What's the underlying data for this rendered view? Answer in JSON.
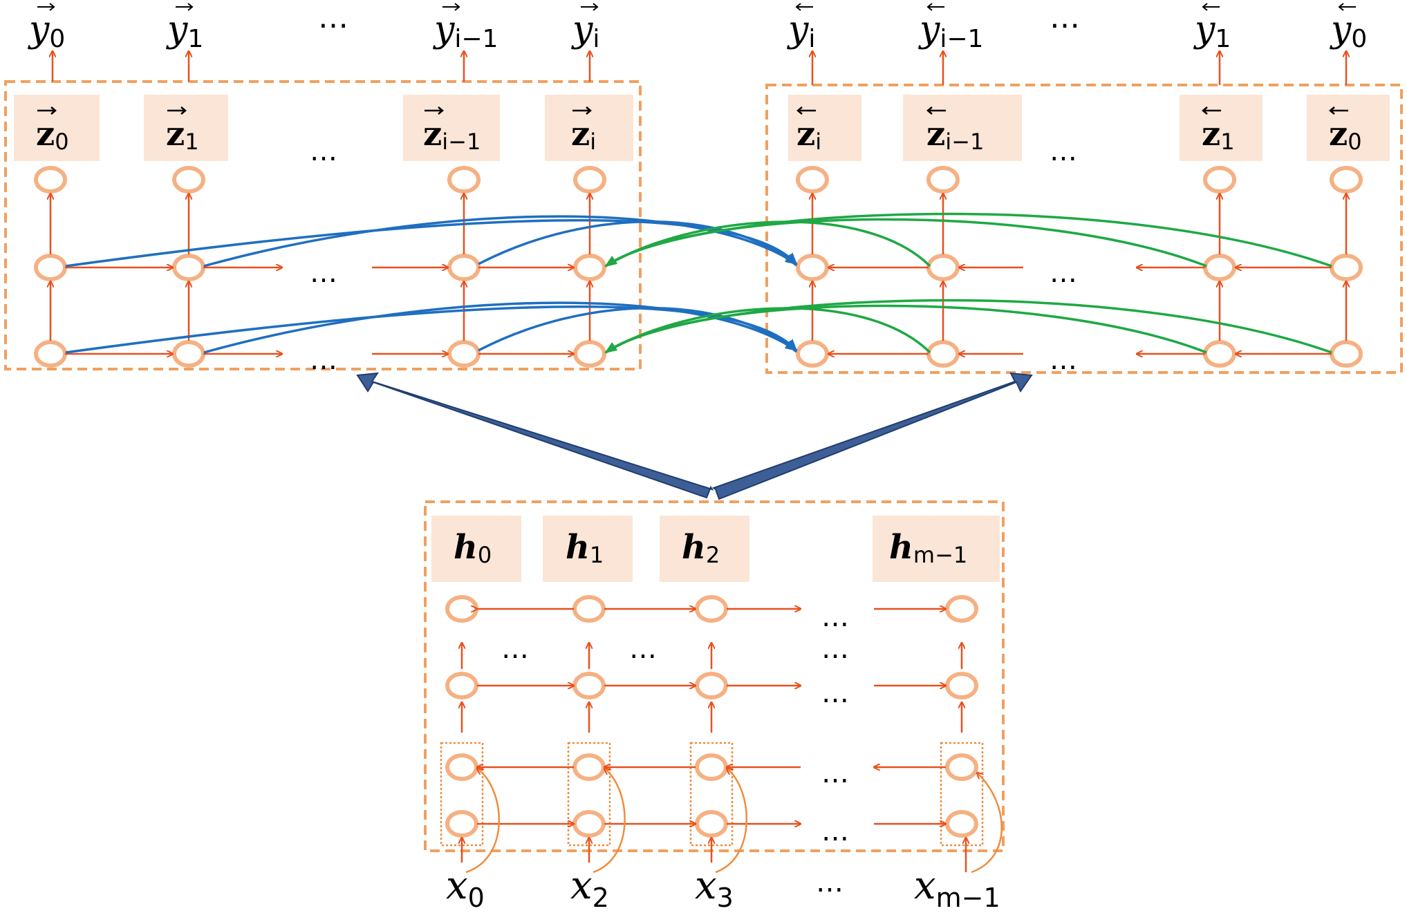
{
  "colors": {
    "box_border": "#f0a060",
    "label_bg": "#fbe5d6",
    "node": "#f5b183",
    "red_arrow": "#e8501e",
    "blue_arrow": "#1f6fc0",
    "green_arrow": "#1fa844",
    "big_arrow": "#3d5f96",
    "orange_curve": "#f08c3c"
  },
  "ellipsis": "…",
  "forward_decoder": {
    "outputs": [
      {
        "base": "y",
        "sub": "0"
      },
      {
        "base": "y",
        "sub": "1"
      },
      {
        "base": "y",
        "sub": "i−1"
      },
      {
        "base": "y",
        "sub": "i"
      }
    ],
    "states": [
      {
        "base": "z",
        "sub": "0"
      },
      {
        "base": "z",
        "sub": "1"
      },
      {
        "base": "z",
        "sub": "i−1"
      },
      {
        "base": "z",
        "sub": "i"
      }
    ]
  },
  "backward_decoder": {
    "outputs": [
      {
        "base": "y",
        "sub": "i"
      },
      {
        "base": "y",
        "sub": "i−1"
      },
      {
        "base": "y",
        "sub": "1"
      },
      {
        "base": "y",
        "sub": "0"
      }
    ],
    "states": [
      {
        "base": "z",
        "sub": "i"
      },
      {
        "base": "z",
        "sub": "i−1"
      },
      {
        "base": "z",
        "sub": "1"
      },
      {
        "base": "z",
        "sub": "0"
      }
    ]
  },
  "encoder": {
    "hidden": [
      {
        "base": "h",
        "sub": "0"
      },
      {
        "base": "h",
        "sub": "1"
      },
      {
        "base": "h",
        "sub": "2"
      },
      {
        "base": "h",
        "sub": "m−1"
      }
    ],
    "inputs": [
      {
        "base": "x",
        "sub": "0"
      },
      {
        "base": "x",
        "sub": "2"
      },
      {
        "base": "x",
        "sub": "3"
      },
      {
        "base": "x",
        "sub": "m−1"
      }
    ]
  }
}
